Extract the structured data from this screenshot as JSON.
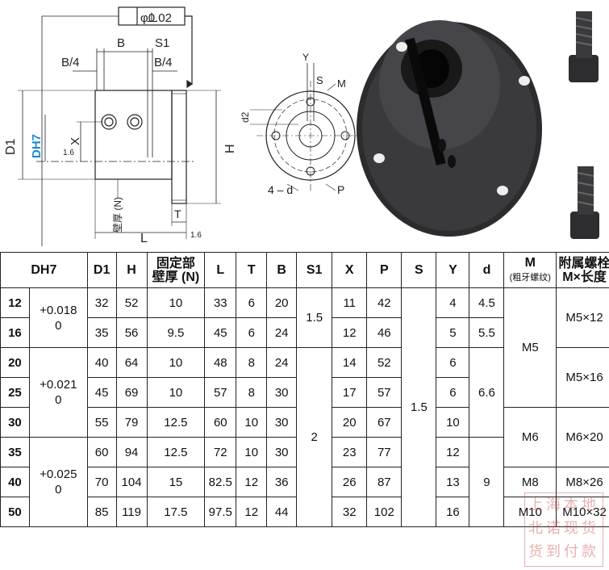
{
  "drawing": {
    "tolerance_frame": {
      "symbol": "⊥",
      "value": "φ0.02"
    },
    "labels": {
      "B": "B",
      "S1": "S1",
      "B4_left": "B/4",
      "B4_right": "B/4",
      "D1": "D1",
      "DH7": "DH7",
      "X": "X",
      "angle": "1.6",
      "H": "H",
      "N": "壁厚 (N)",
      "L": "L",
      "T": "T",
      "angle2": "1.6",
      "Y": "Y",
      "S": "S",
      "M": "M",
      "d2": "d2",
      "d4": "4 – d",
      "P": "P"
    }
  },
  "table": {
    "headers": [
      {
        "main": "DH7"
      },
      {
        "main": "D1"
      },
      {
        "main": "H"
      },
      {
        "main": "固定部",
        "sub": "壁厚 (N)"
      },
      {
        "main": "L"
      },
      {
        "main": "T"
      },
      {
        "main": "B"
      },
      {
        "main": "S1"
      },
      {
        "main": "X"
      },
      {
        "main": "P"
      },
      {
        "main": "S"
      },
      {
        "main": "Y"
      },
      {
        "main": "d"
      },
      {
        "main": "M",
        "sub": "(粗牙螺纹)"
      },
      {
        "main": "附属螺栓",
        "sub": "M×长度"
      }
    ],
    "rows": [
      {
        "D": "12",
        "D1": "32",
        "H": "52",
        "N": "10",
        "L": "33",
        "T": "6",
        "B": "20",
        "X": "11",
        "P": "42",
        "Y": "4"
      },
      {
        "D": "16",
        "D1": "35",
        "H": "56",
        "N": "9.5",
        "L": "45",
        "T": "6",
        "B": "24",
        "X": "12",
        "P": "46",
        "Y": "5"
      },
      {
        "D": "20",
        "D1": "40",
        "H": "64",
        "N": "10",
        "L": "48",
        "T": "8",
        "B": "24",
        "X": "14",
        "P": "52",
        "Y": "6"
      },
      {
        "D": "25",
        "D1": "45",
        "H": "69",
        "N": "10",
        "L": "57",
        "T": "8",
        "B": "30",
        "X": "17",
        "P": "57",
        "Y": "6"
      },
      {
        "D": "30",
        "D1": "55",
        "H": "79",
        "N": "12.5",
        "L": "60",
        "T": "10",
        "B": "30",
        "X": "20",
        "P": "67",
        "Y": "10"
      },
      {
        "D": "35",
        "D1": "60",
        "H": "94",
        "N": "12.5",
        "L": "72",
        "T": "10",
        "B": "30",
        "X": "23",
        "P": "77",
        "Y": "12"
      },
      {
        "D": "40",
        "D1": "70",
        "H": "104",
        "N": "15",
        "L": "82.5",
        "T": "12",
        "B": "36",
        "X": "26",
        "P": "87",
        "Y": "13"
      },
      {
        "D": "50",
        "D1": "85",
        "H": "119",
        "N": "17.5",
        "L": "97.5",
        "T": "12",
        "B": "44",
        "X": "32",
        "P": "102",
        "Y": "16"
      }
    ],
    "tol": {
      "a": {
        "plus": "+0.018",
        "zero": "0"
      },
      "b": {
        "plus": "+0.021",
        "zero": "0"
      },
      "c": {
        "plus": "+0.025",
        "zero": "0"
      }
    },
    "S1": {
      "a": "1.5",
      "b": "2"
    },
    "S": "1.5",
    "d": {
      "a": "4.5",
      "b": "5.5",
      "c": "6.6",
      "d": "9"
    },
    "M": {
      "a": "M5",
      "b": "M6",
      "c": "M8",
      "d": "M10"
    },
    "bolt": {
      "a": "M5×12",
      "b": "M5×16",
      "c": "M6×20",
      "d": "M8×26",
      "e": "M10×32"
    }
  },
  "stamp": {
    "line1": "上海本地",
    "line2": "北诺现货",
    "line3": "货到付款"
  }
}
